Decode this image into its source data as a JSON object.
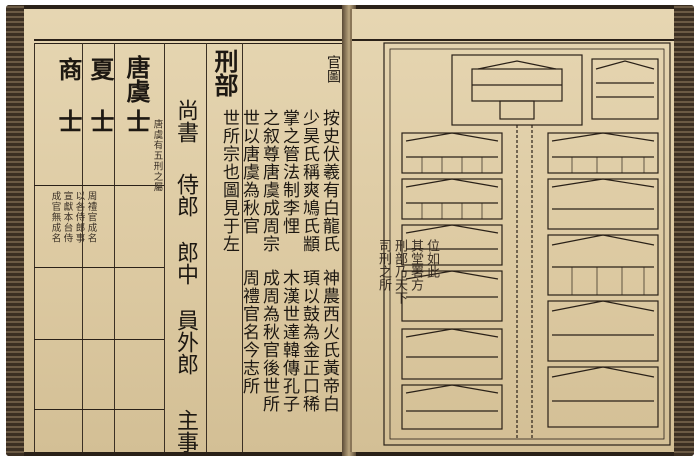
{
  "left_page": {
    "dynasty_column": {
      "tang": "唐虞",
      "xia": "夏",
      "shang": "商",
      "shi": "士"
    },
    "tang_note": "唐虞有五刑之屬",
    "ministry_title": "刑部",
    "officials": [
      "尚書",
      "侍郎",
      "郎中",
      "員外郎",
      "主事"
    ],
    "annotations": [
      "周禮官成名",
      "以各侍郎事",
      "宣獻本台侍",
      "成官無成名"
    ],
    "body_columns": [
      "按史伏羲有白龍氏",
      "少昊氏稱爽鳩氏顓",
      "掌之管法制李悝",
      "之叙尊唐虞成周宗",
      "世以唐虞為秋官",
      "世所宗也圖見于左"
    ],
    "body_columns_right": [
      "神農西火氏黃帝白",
      "頊以鼓為金正口稀",
      "木漢世達韓傳孔子",
      "成周為秋官後世所",
      "周禮官名今志所"
    ]
  },
  "right_page": {
    "header_mark": "官圖",
    "caption_columns": [
      "刑部乃天下",
      "司刑之所",
      "其堂署方",
      "位如此"
    ]
  }
}
